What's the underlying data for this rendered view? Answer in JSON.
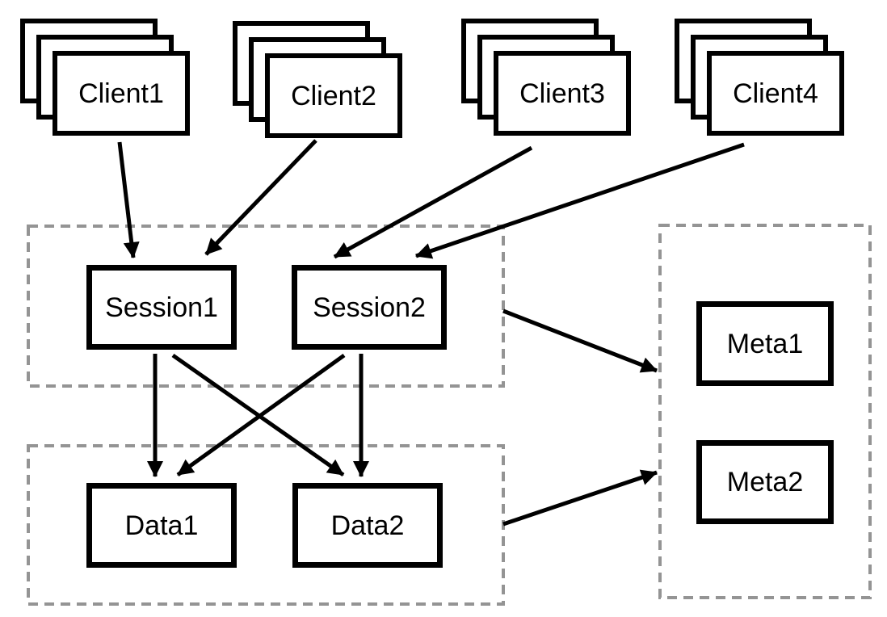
{
  "diagram": {
    "clients": [
      {
        "id": "client1",
        "label": "Client1",
        "stacked": true
      },
      {
        "id": "client2",
        "label": "Client2",
        "stacked": true
      },
      {
        "id": "client3",
        "label": "Client3",
        "stacked": true
      },
      {
        "id": "client4",
        "label": "Client4",
        "stacked": true
      }
    ],
    "sessions": [
      {
        "id": "session1",
        "label": "Session1"
      },
      {
        "id": "session2",
        "label": "Session2"
      }
    ],
    "data_nodes": [
      {
        "id": "data1",
        "label": "Data1"
      },
      {
        "id": "data2",
        "label": "Data2"
      }
    ],
    "meta_nodes": [
      {
        "id": "meta1",
        "label": "Meta1"
      },
      {
        "id": "meta2",
        "label": "Meta2"
      }
    ],
    "groups": [
      {
        "id": "session-group",
        "contains": [
          "session1",
          "session2"
        ],
        "border_style": "dashed"
      },
      {
        "id": "data-group",
        "contains": [
          "data1",
          "data2"
        ],
        "border_style": "dashed"
      },
      {
        "id": "meta-group",
        "contains": [
          "meta1",
          "meta2"
        ],
        "border_style": "dashed"
      }
    ],
    "edges": [
      {
        "from": "client1",
        "to": "session1"
      },
      {
        "from": "client2",
        "to": "session1"
      },
      {
        "from": "client3",
        "to": "session2"
      },
      {
        "from": "client4",
        "to": "session2"
      },
      {
        "from": "session1",
        "to": "data1"
      },
      {
        "from": "session1",
        "to": "data2"
      },
      {
        "from": "session2",
        "to": "data1"
      },
      {
        "from": "session2",
        "to": "data2"
      },
      {
        "from": "session-group",
        "to": "meta1"
      },
      {
        "from": "data-group",
        "to": "meta2"
      }
    ],
    "colors": {
      "background": "#ffffff",
      "node_border": "#000000",
      "dashed_border": "#949494",
      "arrow": "#000000",
      "text": "#000000"
    }
  }
}
